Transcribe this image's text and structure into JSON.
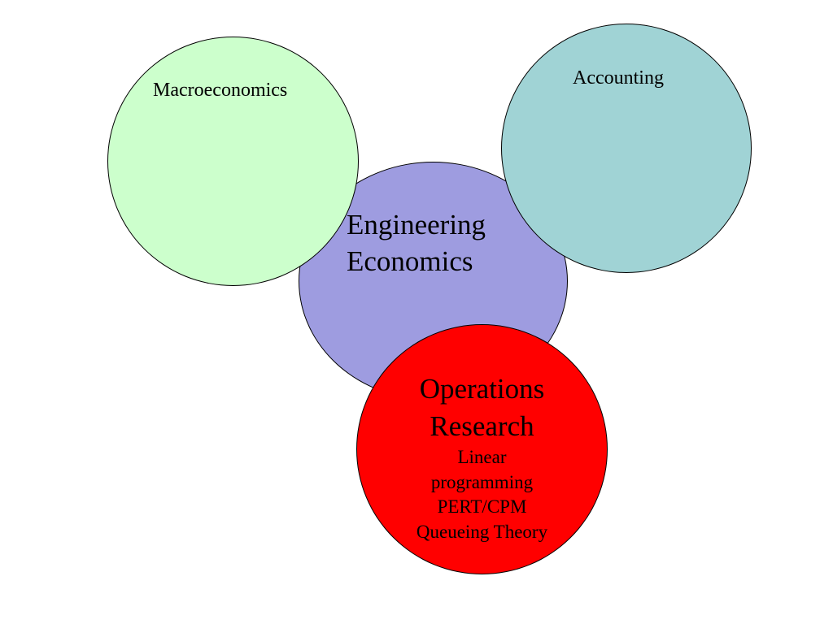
{
  "nodes": {
    "engineering": {
      "lines": [
        "Engineering",
        "Economics"
      ],
      "color": "#9e9ce0"
    },
    "macroeconomics": {
      "label": "Macroeconomics",
      "color": "#ccffcc"
    },
    "accounting": {
      "label": "Accounting",
      "color": "#a0d3d5"
    },
    "operations_research": {
      "title_lines": [
        "Operations",
        "Research"
      ],
      "items": [
        "Linear",
        "programming",
        "PERT/CPM",
        "Queueing Theory"
      ],
      "color": "#ff0000"
    }
  }
}
